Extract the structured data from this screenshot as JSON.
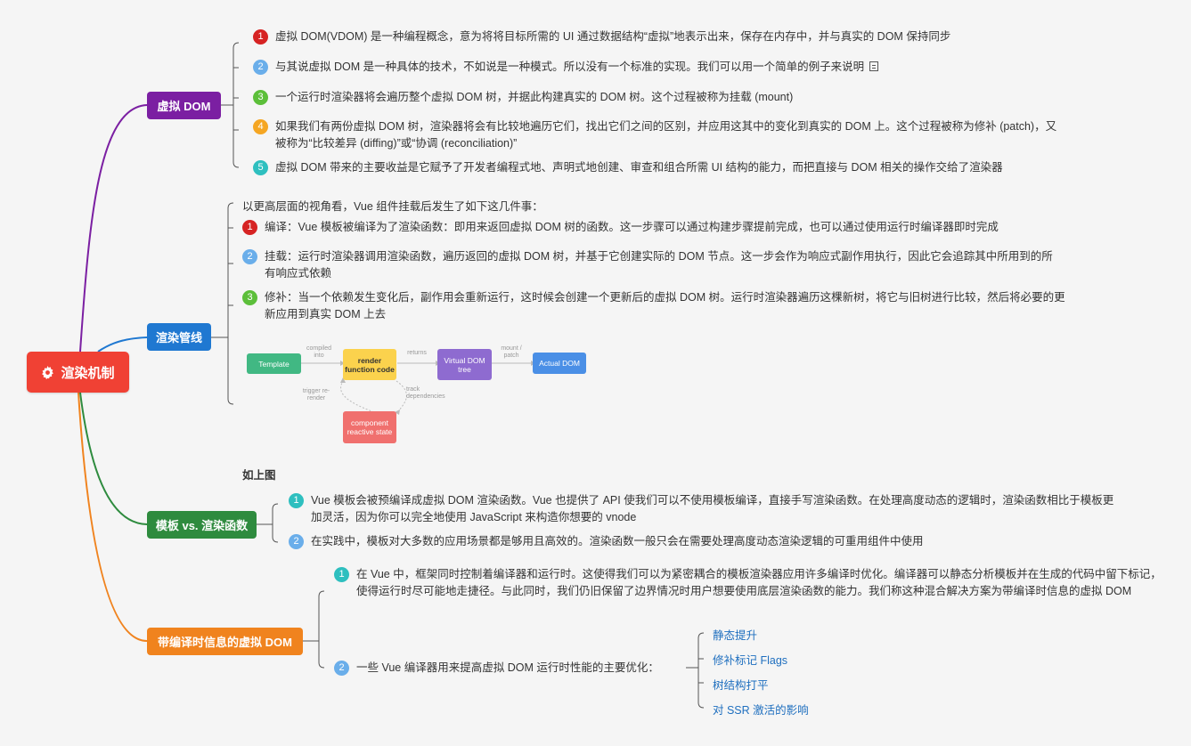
{
  "root": {
    "label": "渲染机制",
    "icon": "gear-icon",
    "color": "#f04134"
  },
  "branches": [
    {
      "label": "虚拟 DOM",
      "color": "#7b1fa2",
      "items": [
        {
          "num": "1",
          "text": "虚拟 DOM(VDOM) 是一种编程概念，意为将将目标所需的 UI 通过数据结构“虚拟”地表示出来，保存在内存中，并与真实的 DOM 保持同步"
        },
        {
          "num": "2",
          "text": "与其说虚拟 DOM 是一种具体的技术，不如说是一种模式。所以没有一个标准的实现。我们可以用一个简单的例子来说明"
        },
        {
          "num": "3",
          "text": "一个运行时渲染器将会遍历整个虚拟 DOM 树，并据此构建真实的 DOM 树。这个过程被称为挂载 (mount)"
        },
        {
          "num": "4",
          "text": "如果我们有两份虚拟 DOM 树，渲染器将会有比较地遍历它们，找出它们之间的区别，并应用这其中的变化到真实的 DOM 上。这个过程被称为修补 (patch)，又被称为“比较差异 (diffing)”或“协调 (reconciliation)”"
        },
        {
          "num": "5",
          "text": "虚拟 DOM 带来的主要收益是它赋予了开发者编程式地、声明式地创建、审查和组合所需 UI 结构的能力，而把直接与 DOM 相关的操作交给了渲染器"
        }
      ]
    },
    {
      "label": "渲染管线",
      "color": "#1f78d1",
      "intro": "以更高层面的视角看，Vue 组件挂载后发生了如下这几件事：",
      "items": [
        {
          "num": "1",
          "text": "编译：Vue 模板被编译为了渲染函数：即用来返回虚拟 DOM 树的函数。这一步骤可以通过构建步骤提前完成，也可以通过使用运行时编译器即时完成"
        },
        {
          "num": "2",
          "text": "挂载：运行时渲染器调用渲染函数，遍历返回的虚拟 DOM 树，并基于它创建实际的 DOM 节点。这一步会作为响应式副作用执行，因此它会追踪其中所用到的所有响应式依赖"
        },
        {
          "num": "3",
          "text": "修补：当一个依赖发生变化后，副作用会重新运行，这时候会创建一个更新后的虚拟 DOM 树。运行时渲染器遍历这棵新树，将它与旧树进行比较，然后将必要的更新应用到真实 DOM 上去"
        }
      ],
      "flow": {
        "nodes": {
          "template": "Template",
          "render": "render function code",
          "vdom": "Virtual DOM tree",
          "actual": "Actual DOM",
          "reactive": "component reactive state"
        },
        "labels": {
          "compiled": "compiled into",
          "returns": "returns",
          "mount": "mount / patch",
          "trigger": "trigger re-render",
          "track": "track dependencies"
        },
        "caption": "如上图"
      }
    },
    {
      "label": "模板 vs. 渲染函数",
      "color": "#2e8b3e",
      "items": [
        {
          "num": "1",
          "text": "Vue 模板会被预编译成虚拟 DOM 渲染函数。Vue 也提供了 API 使我们可以不使用模板编译，直接手写渲染函数。在处理高度动态的逻辑时，渲染函数相比于模板更加灵活，因为你可以完全地使用 JavaScript 来构造你想要的 vnode"
        },
        {
          "num": "2",
          "text": "在实践中，模板对大多数的应用场景都是够用且高效的。渲染函数一般只会在需要处理高度动态渲染逻辑的可重用组件中使用"
        }
      ]
    },
    {
      "label": "带编译时信息的虚拟 DOM",
      "color": "#f0831e",
      "items": [
        {
          "num": "1",
          "text": "在 Vue 中，框架同时控制着编译器和运行时。这使得我们可以为紧密耦合的模板渲染器应用许多编译时优化。编译器可以静态分析模板并在生成的代码中留下标记，使得运行时尽可能地走捷径。与此同时，我们仍旧保留了边界情况时用户想要使用底层渲染函数的能力。我们称这种混合解决方案为带编译时信息的虚拟 DOM"
        },
        {
          "num": "2",
          "text": "一些 Vue 编译器用来提高虚拟 DOM 运行时性能的主要优化："
        }
      ],
      "leaves": [
        "静态提升",
        "修补标记 Flags",
        "树结构打平",
        "对 SSR 激活的影响"
      ]
    }
  ]
}
